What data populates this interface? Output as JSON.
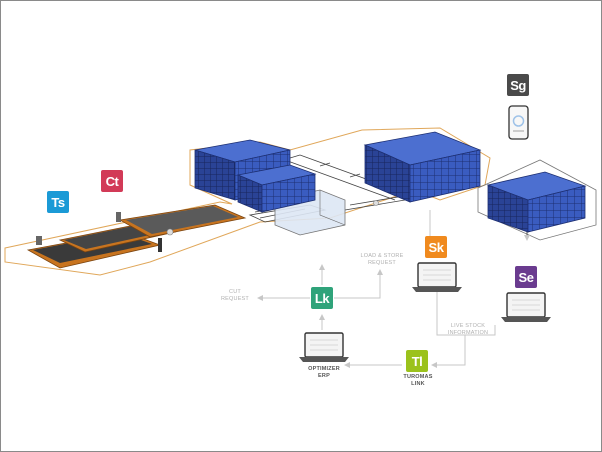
{
  "badges": {
    "ts": {
      "label": "Ts",
      "color": "#1b9ad6"
    },
    "ct": {
      "label": "Ct",
      "color": "#d23a57"
    },
    "sg": {
      "label": "Sg",
      "color": "#4a4a4a"
    },
    "sk": {
      "label": "Sk",
      "color": "#f08a1e"
    },
    "se": {
      "label": "Se",
      "color": "#6a3b8f"
    },
    "lk": {
      "label": "Lk",
      "color": "#2fa37a"
    },
    "tl": {
      "label": "Tl",
      "color": "#9bc21c"
    }
  },
  "labels": {
    "cut_request": [
      "CUT",
      "REQUEST"
    ],
    "load_store": [
      "LOAD & STORE",
      "REQUEST"
    ],
    "live_stock": [
      "LIVE STOCK",
      "INFORMATION"
    ],
    "optimizer": [
      "OPTIMIZER",
      "ERP"
    ],
    "turomas": [
      "TUROMAS",
      "LINK"
    ]
  },
  "colors": {
    "outline": "#e0a75a",
    "cutting_table": "#c8741f",
    "rack_blue": "#2f4fa8",
    "arrow": "#c7c7c7"
  },
  "icons": [
    "laptop-icon",
    "smartphone-icon"
  ]
}
